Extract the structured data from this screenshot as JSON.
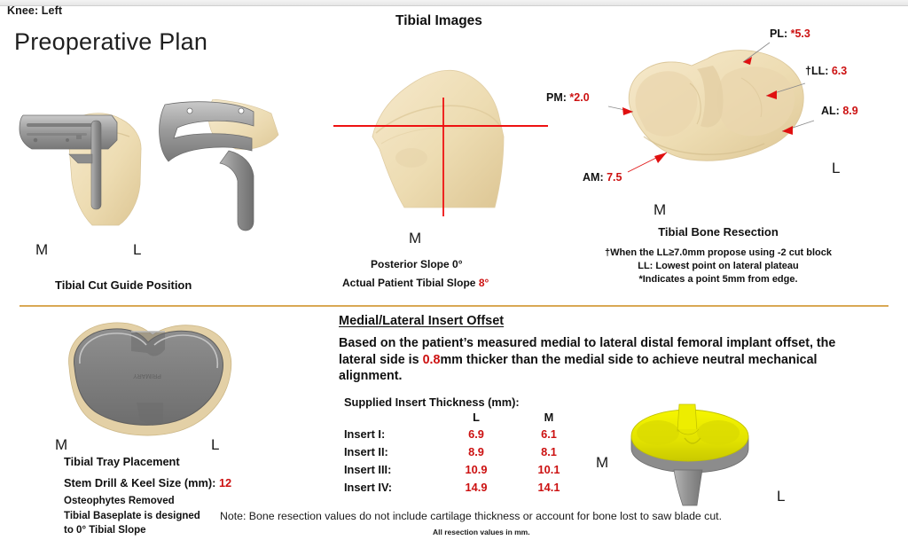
{
  "header": {
    "knee_label": "Knee: Left",
    "plan_title": "Preoperative Plan",
    "tibial_images_title": "Tibial Images"
  },
  "cut_guide": {
    "caption": "Tibial Cut Guide Position",
    "marker_medial": "M",
    "marker_lateral": "L"
  },
  "slope_view": {
    "marker_medial": "M",
    "posterior_slope": "Posterior Slope 0°",
    "actual_slope_label": "Actual Patient Tibial Slope ",
    "actual_slope_value": "8°"
  },
  "bone_resection": {
    "caption": "Tibial Bone Resection",
    "marker_medial": "M",
    "marker_lateral": "L",
    "measurements": [
      {
        "name": "PL",
        "label": "PL: ",
        "prefix": "*",
        "value": "5.3"
      },
      {
        "name": "LL",
        "label": "†LL: ",
        "prefix": "",
        "value": "6.3"
      },
      {
        "name": "AL",
        "label": "AL: ",
        "prefix": "",
        "value": "8.9"
      },
      {
        "name": "PM",
        "label": "PM: ",
        "prefix": "*",
        "value": "2.0"
      },
      {
        "name": "AM",
        "label": "AM: ",
        "prefix": "",
        "value": "7.5"
      }
    ],
    "footnotes": [
      "†When the LL≥7.0mm propose using -2 cut block",
      "LL: Lowest point on lateral plateau",
      "*Indicates a point 5mm from edge."
    ]
  },
  "insert_offset": {
    "title": "Medial/Lateral Insert Offset",
    "body_part1": "Based on the patient’s measured medial to lateral distal femoral implant offset, the lateral side is ",
    "body_value": "0.8",
    "body_part2": "mm thicker than the medial side to achieve neutral mechanical alignment.",
    "table_title": "Supplied Insert Thickness (mm):",
    "columns": [
      "",
      "L",
      "M"
    ],
    "rows": [
      {
        "label": "Insert I:",
        "L": "6.9",
        "M": "6.1"
      },
      {
        "label": "Insert II:",
        "L": "8.9",
        "M": "8.1"
      },
      {
        "label": "Insert III:",
        "L": "10.9",
        "M": "10.1"
      },
      {
        "label": "Insert IV:",
        "L": "14.9",
        "M": "14.1"
      }
    ],
    "marker_medial": "M",
    "marker_lateral": "L"
  },
  "tray_placement": {
    "marker_medial": "M",
    "marker_lateral": "L",
    "caption": "Tibial Tray Placement",
    "stem_label": "Stem Drill & Keel Size (mm): ",
    "stem_value": "12",
    "line_osteophytes": "Osteophytes Removed",
    "line_baseplate_1": "Tibial Baseplate is designed",
    "line_baseplate_2": "to 0° Tibial Slope"
  },
  "notes": {
    "main": "Note: Bone resection values do not include cartilage thickness or account for bone lost to saw blade cut.",
    "sub": "All resection values in mm."
  },
  "colors": {
    "accent_red": "#cc1111",
    "divider_gold": "#d9a855",
    "bone": "#efdcb4",
    "metal": "#9a9a9a",
    "insert_yellow": "#e8e800"
  }
}
